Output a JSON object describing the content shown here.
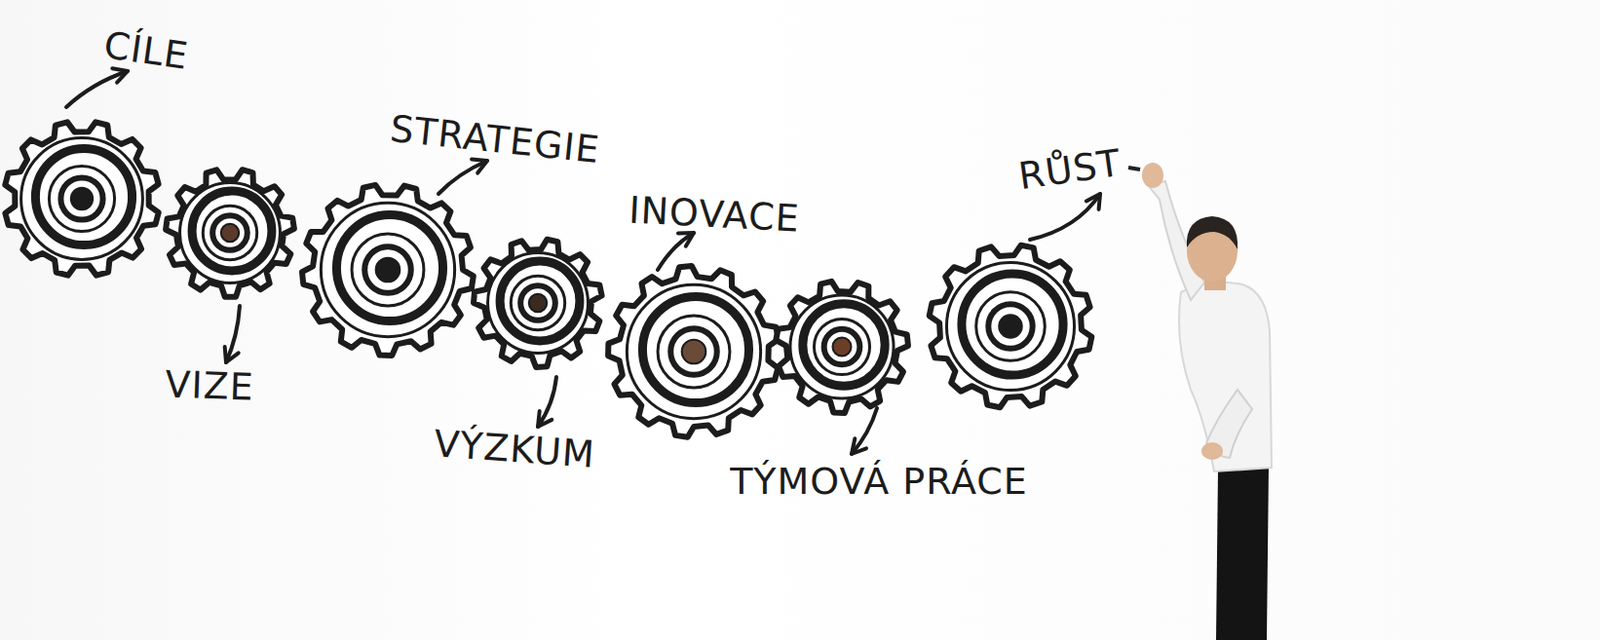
{
  "diagram": {
    "labels": [
      "CÍLE",
      "STRATEGIE",
      "RŮST",
      "INOVACE",
      "VIZE",
      "VÝZKUM",
      "TÝMOVÁ PRÁCE"
    ]
  }
}
